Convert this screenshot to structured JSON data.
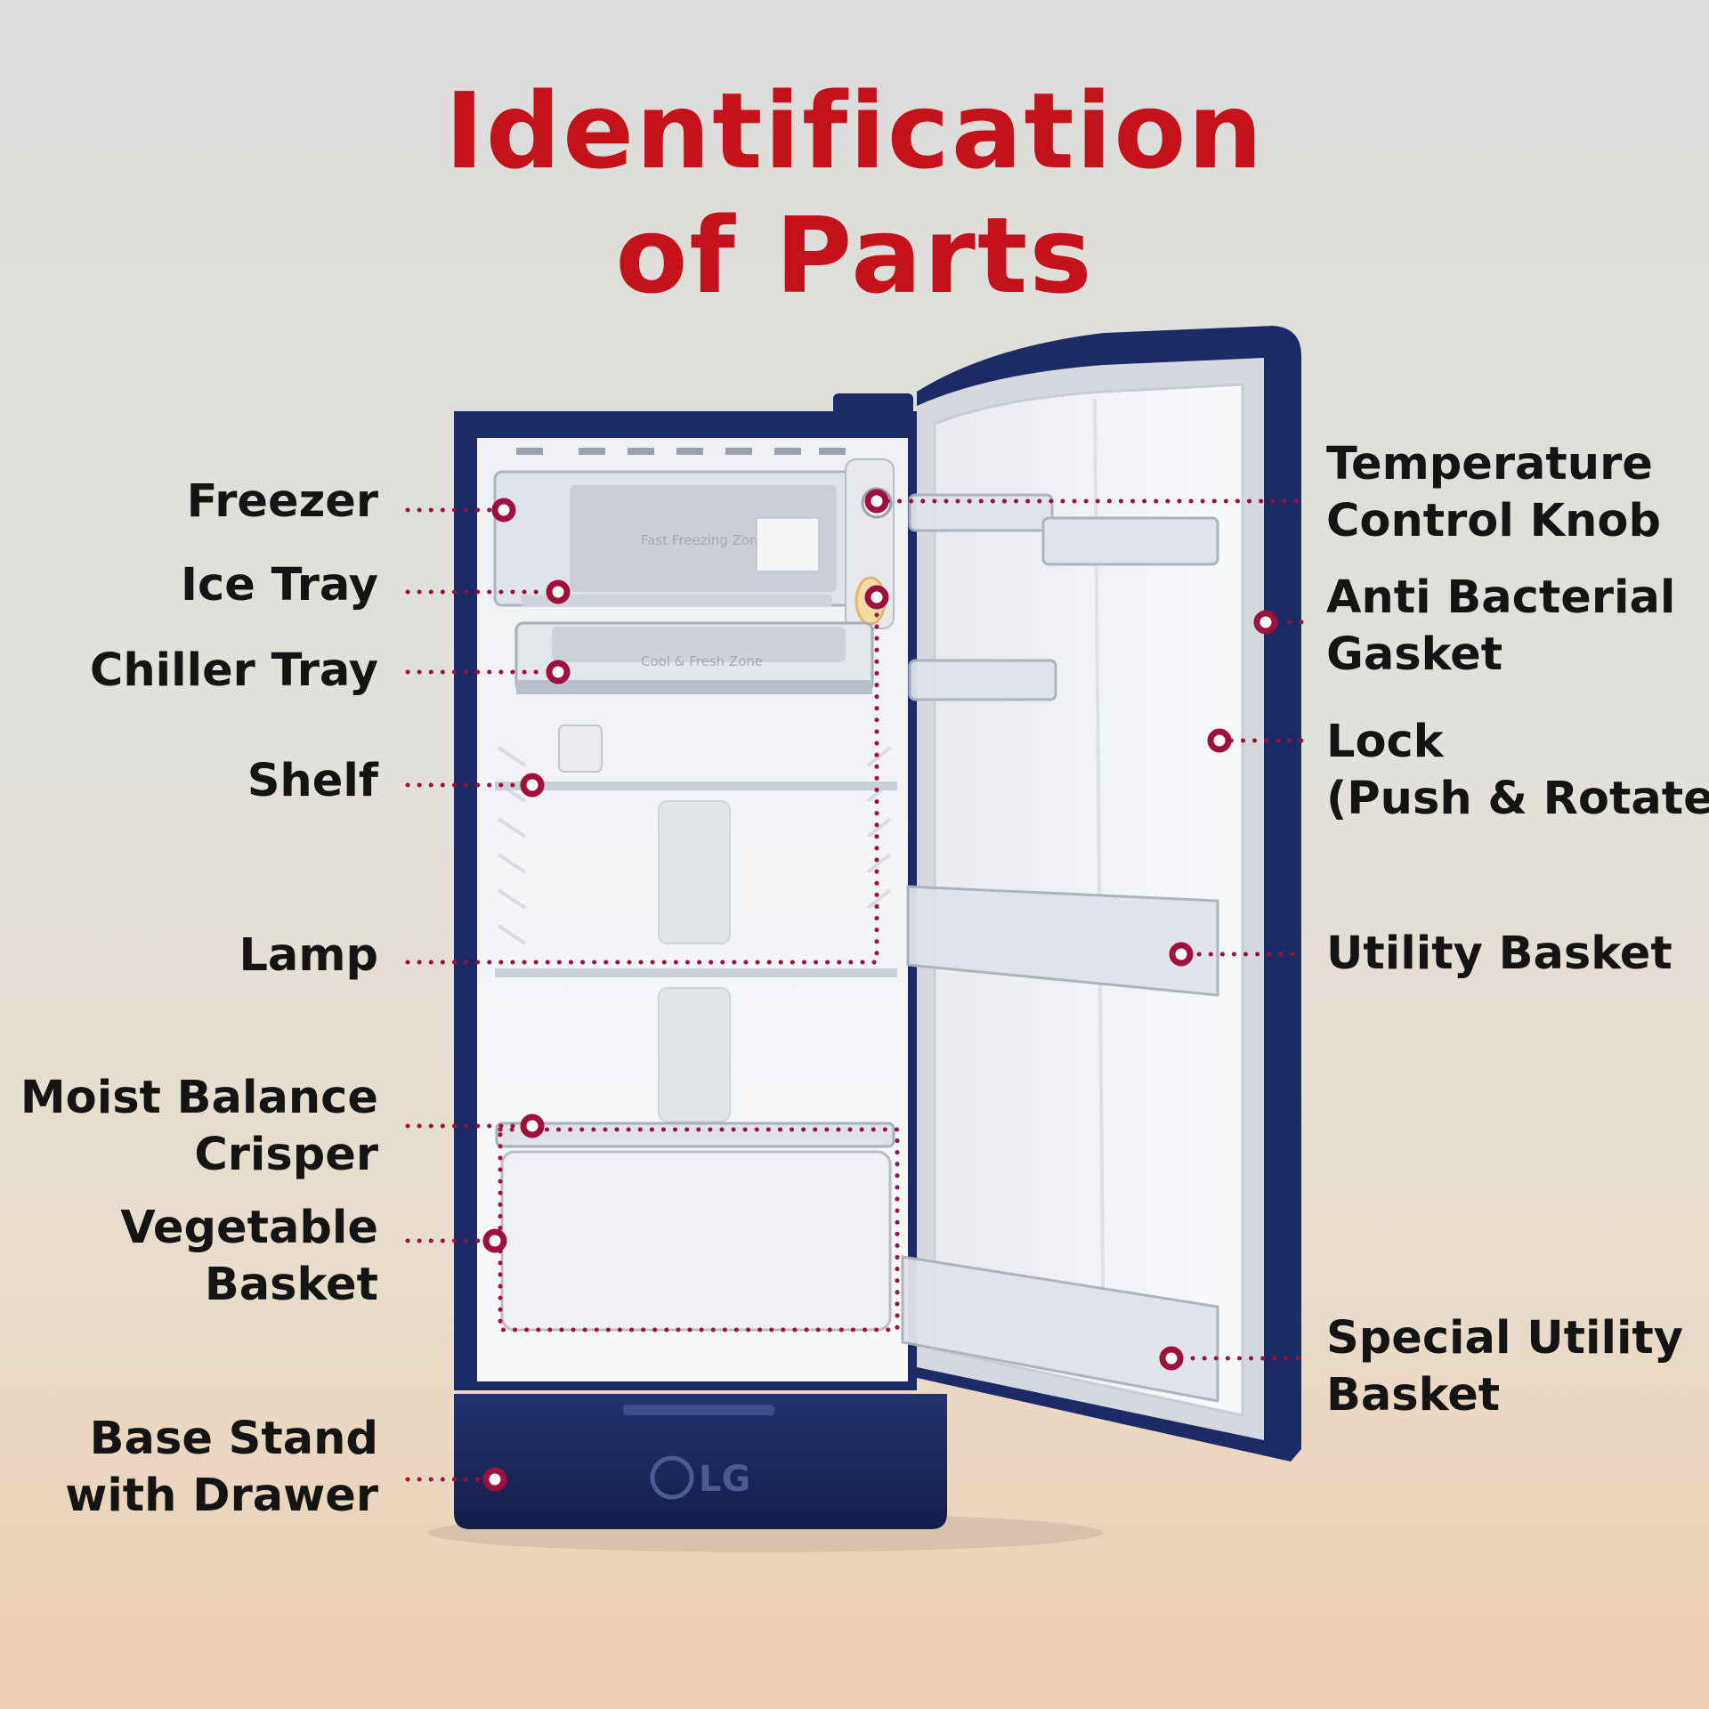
{
  "title": {
    "line1": "Identification",
    "line2": "of Parts"
  },
  "colors": {
    "title": "#c4121a",
    "callout": "#a0103c",
    "fridge_body": "#1c2a66",
    "text": "#141414"
  },
  "brand_logo": "LG",
  "interior_labels": {
    "freezer_zone": "Fast Freezing Zone",
    "chiller_zone": "Cool & Fresh Zone"
  },
  "parts_left": [
    {
      "lines": [
        "Freezer"
      ]
    },
    {
      "lines": [
        "Ice Tray"
      ]
    },
    {
      "lines": [
        "Chiller Tray"
      ]
    },
    {
      "lines": [
        "Shelf"
      ]
    },
    {
      "lines": [
        "Lamp"
      ]
    },
    {
      "lines": [
        "Moist Balance",
        "Crisper"
      ]
    },
    {
      "lines": [
        "Vegetable",
        "Basket"
      ]
    },
    {
      "lines": [
        "Base Stand",
        "with Drawer"
      ]
    }
  ],
  "parts_right": [
    {
      "lines": [
        "Temperature",
        "Control Knob"
      ]
    },
    {
      "lines": [
        "Anti Bacterial",
        "Gasket"
      ]
    },
    {
      "lines": [
        "Lock",
        "(Push & Rotate)"
      ]
    },
    {
      "lines": [
        "Utility Basket"
      ]
    },
    {
      "lines": [
        "Special Utility",
        "Basket"
      ]
    }
  ]
}
